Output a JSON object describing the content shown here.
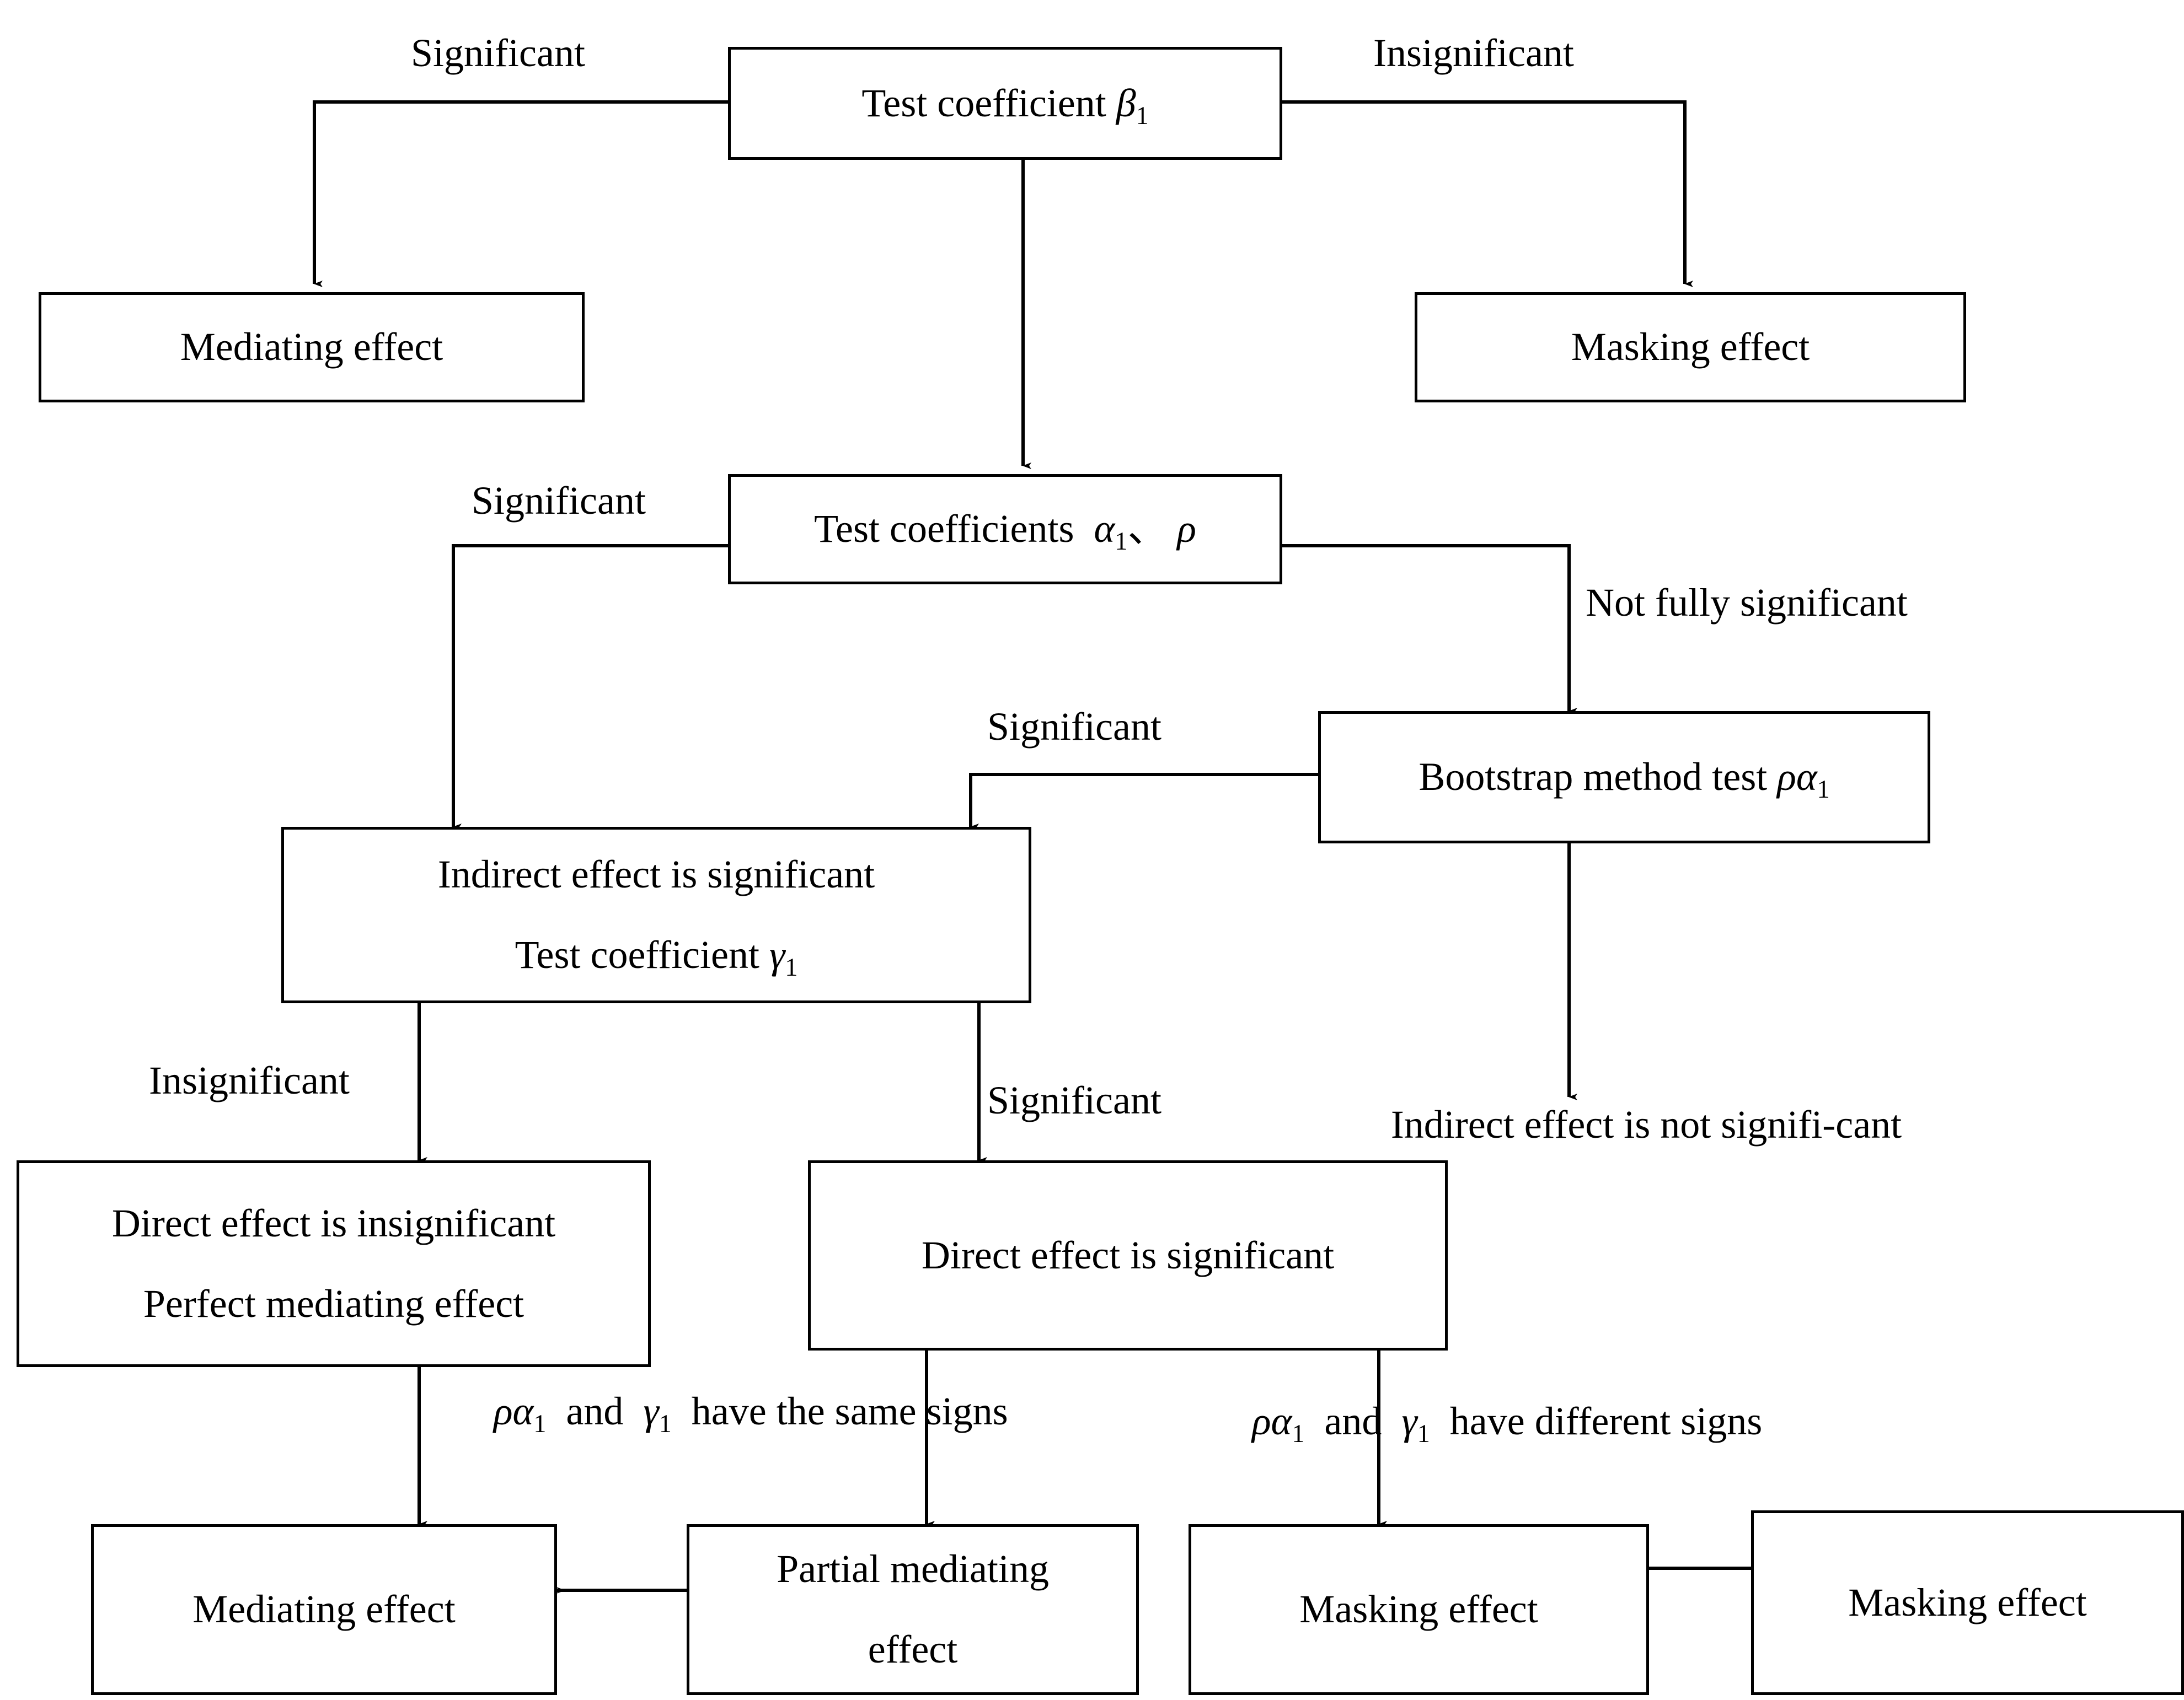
{
  "diagram": {
    "title": "Mediating effect / masking effect testing procedure flowchart",
    "line_color": "#000000",
    "background": "#ffffff"
  },
  "nodes": {
    "test_beta1": {
      "line1": "Test coefficient β₁"
    },
    "mediating_top": {
      "line1": "Mediating effect"
    },
    "masking_top": {
      "line1": "Masking effect"
    },
    "test_alpha_rho": {
      "line1": "Test coefficients  α₁、 ρ"
    },
    "bootstrap": {
      "line1": "Bootstrap method test ρα₁"
    },
    "indirect_sig": {
      "line1": "Indirect effect is significant",
      "line2": "Test coefficient γ₁"
    },
    "direct_insig": {
      "line1": "Direct effect is insignificant",
      "line2": "Perfect mediating effect"
    },
    "direct_sig": {
      "line1": "Direct effect is significant"
    },
    "mediating_bottom": {
      "line1": "Mediating effect"
    },
    "partial_mediating": {
      "line1": "Partial mediating",
      "line2": "effect"
    },
    "masking_bottom_1": {
      "line1": "Masking effect"
    },
    "masking_bottom_2": {
      "line1": "Masking effect"
    }
  },
  "edge_labels": {
    "beta_significant": "Significant",
    "beta_insignificant": "Insignificant",
    "alpha_significant": "Significant",
    "alpha_not_fully": "Not fully significant",
    "bootstrap_significant": "Significant",
    "bootstrap_not_sig": "Indirect effect is not signifi-cant",
    "gamma_insignificant": "Insignificant",
    "gamma_significant": "Significant",
    "same_signs": "ρα₁  and  γ₁  have the same signs",
    "different_signs": "ρα₁  and  γ₁  have different signs"
  }
}
